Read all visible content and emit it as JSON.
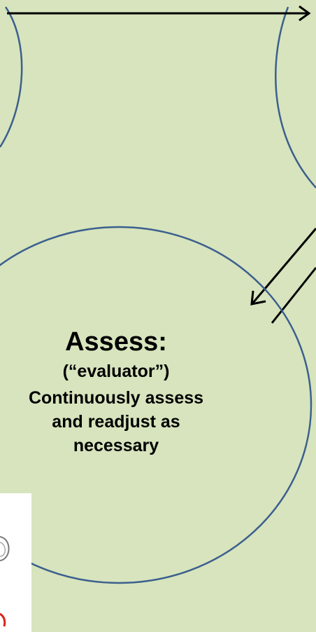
{
  "assess": {
    "title": "Assess:",
    "subtitle": "(“evaluator”)",
    "body": "Continuously assess and readjust as necessary"
  },
  "colors": {
    "background": "#d7e4bd",
    "circle_stroke": "#3c5f8e",
    "arrow": "#000000",
    "photo_accent": "#d9261c"
  }
}
